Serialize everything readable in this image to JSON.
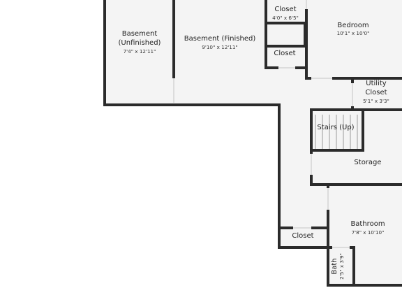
{
  "colors": {
    "wall": "#2b2b2b",
    "floor": "#f4f4f4",
    "door_gap": "#ffffff",
    "background": "#ffffff"
  },
  "rooms": [
    {
      "id": "basement-unfinished",
      "name_lines": [
        "Basement",
        "(Unfinished)"
      ],
      "dimensions": "7'4\" x 12'11\""
    },
    {
      "id": "basement-finished",
      "name_lines": [
        "Basement (Finished)"
      ],
      "dimensions": "9'10\" x 12'11\""
    },
    {
      "id": "closet-top",
      "name_lines": [
        "Closet"
      ],
      "dimensions": "4'0\" x 6'5\""
    },
    {
      "id": "closet-mid",
      "name_lines": [
        "Closet"
      ],
      "dimensions": ""
    },
    {
      "id": "bedroom",
      "name_lines": [
        "Bedroom"
      ],
      "dimensions": "10'1\" x 10'0\""
    },
    {
      "id": "utility-closet",
      "name_lines": [
        "Utility",
        "Closet"
      ],
      "dimensions": "5'1\" x 3'3\""
    },
    {
      "id": "stairs",
      "name_lines": [
        "Stairs (Up)"
      ],
      "dimensions": ""
    },
    {
      "id": "storage",
      "name_lines": [
        "Storage"
      ],
      "dimensions": ""
    },
    {
      "id": "bathroom",
      "name_lines": [
        "Bathroom"
      ],
      "dimensions": "7'8\" x 10'10\""
    },
    {
      "id": "closet-bottom",
      "name_lines": [
        "Closet"
      ],
      "dimensions": ""
    },
    {
      "id": "bath",
      "name_lines": [
        "Bath"
      ],
      "dimensions": "2'5\" x 3'9\""
    }
  ]
}
